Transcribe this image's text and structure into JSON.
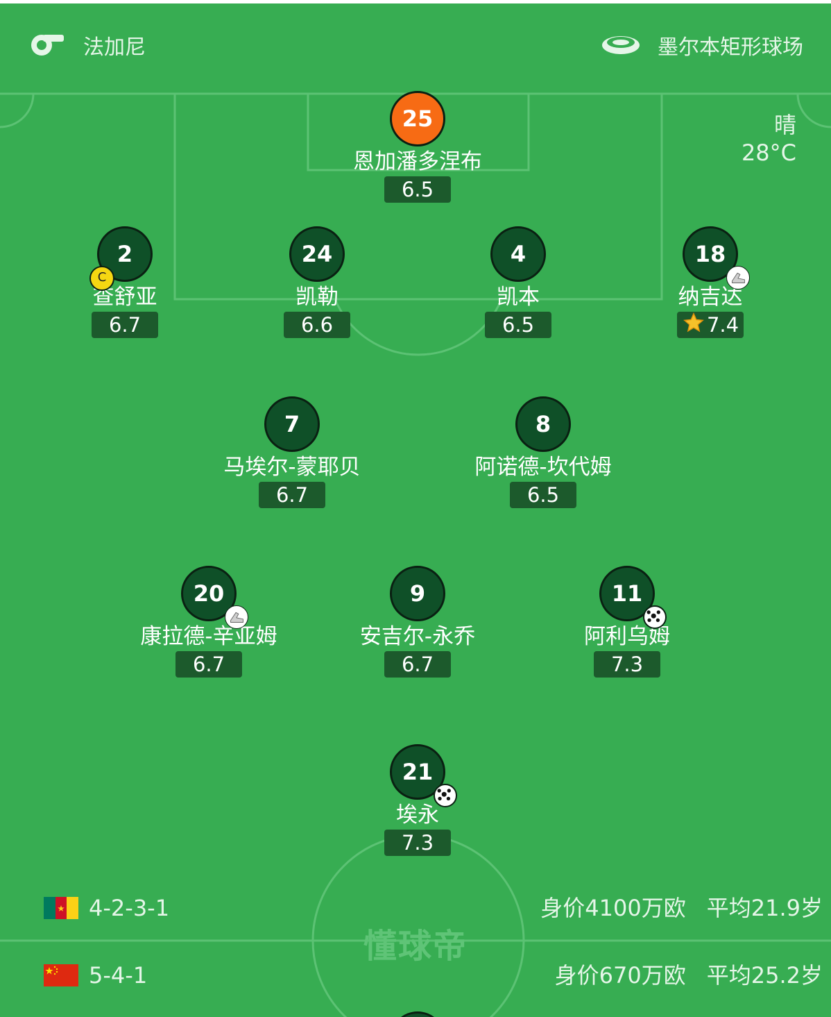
{
  "header": {
    "referee": "法加尼",
    "referee_icon": "whistle-icon",
    "stadium": "墨尔本矩形球场",
    "stadium_icon": "stadium-icon"
  },
  "weather": {
    "condition": "晴",
    "temperature": "28°C"
  },
  "players": [
    {
      "number": "25",
      "name": "恩加潘多涅布",
      "rating": "6.5",
      "goalkeeper": true
    },
    {
      "number": "2",
      "name": "查舒亚",
      "rating": "6.7",
      "captain": "C"
    },
    {
      "number": "24",
      "name": "凯勒",
      "rating": "6.6"
    },
    {
      "number": "4",
      "name": "凯本",
      "rating": "6.5"
    },
    {
      "number": "18",
      "name": "纳吉达",
      "rating": "7.4",
      "best": true,
      "event": "boot"
    },
    {
      "number": "7",
      "name": "马埃尔-蒙耶贝",
      "rating": "6.7"
    },
    {
      "number": "8",
      "name": "阿诺德-坎代姆",
      "rating": "6.5"
    },
    {
      "number": "20",
      "name": "康拉德-辛亚姆",
      "rating": "6.7",
      "event": "boot"
    },
    {
      "number": "9",
      "name": "安吉尔-永乔",
      "rating": "6.7"
    },
    {
      "number": "11",
      "name": "阿利乌姆",
      "rating": "7.3",
      "event": "ball"
    },
    {
      "number": "21",
      "name": "埃永",
      "rating": "7.3",
      "event": "ball"
    }
  ],
  "teams": {
    "home": {
      "flag": "cameroon-flag",
      "formation": "4-2-3-1",
      "value": "身价4100万欧",
      "avg_age": "平均21.9岁"
    },
    "away": {
      "flag": "china-flag",
      "formation": "5-4-1",
      "value": "身价670万欧",
      "avg_age": "平均25.2岁"
    }
  },
  "watermark": "懂球帝",
  "colors": {
    "pitch": "#37ad52",
    "player": "#0f5028",
    "goalkeeper": "#f76b14",
    "rating_bg": "#1c5a2c"
  }
}
